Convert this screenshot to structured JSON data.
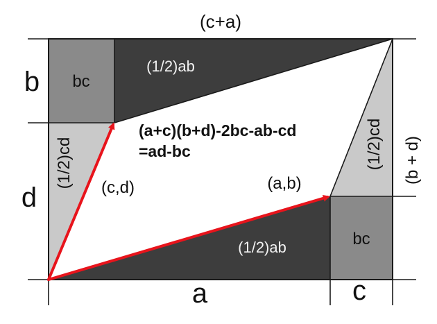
{
  "labels": {
    "top_width": "(c+a)",
    "left_b": "b",
    "left_d": "d",
    "bottom_a": "a",
    "bottom_c": "c",
    "right_height": "(b + d)",
    "box_bc_top": "bc",
    "box_bc_bottom": "bc",
    "tri_top_area": "(1/2)ab",
    "tri_bottom_area": "(1/2)ab",
    "tri_left_area": "(1/2)cd",
    "tri_right_area": "(1/2)cd",
    "vector_cd": "(c,d)",
    "vector_ab": "(a,b)",
    "formula_line1": "(a+c)(b+d)-2bc-ab-cd",
    "formula_line2": "=ad-bc"
  },
  "colors": {
    "dark_triangle": "#3d3d3d",
    "light_triangle": "#c9c9c9",
    "box_fill": "#8a8a8a",
    "vector": "#e8141c"
  }
}
